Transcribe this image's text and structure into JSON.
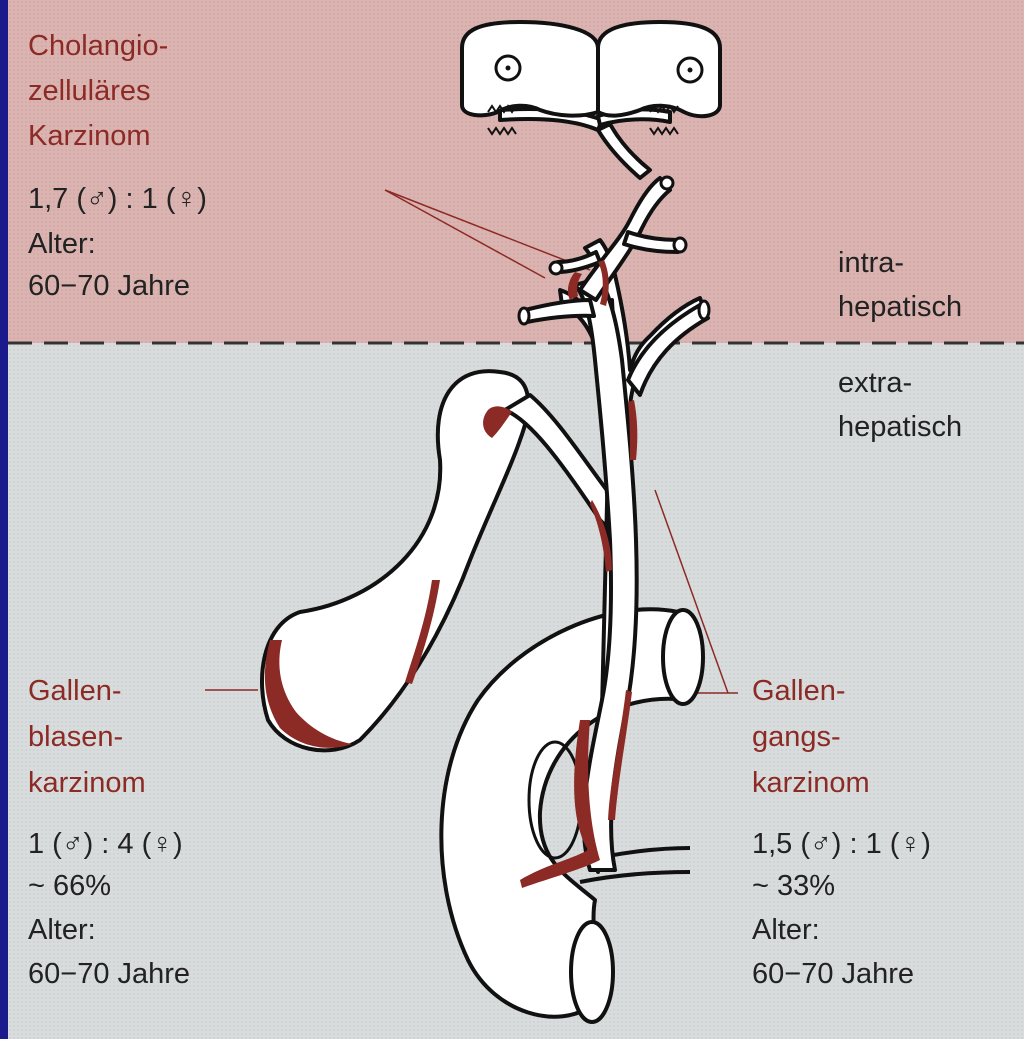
{
  "colors": {
    "frame": "#1a1a8c",
    "intrahepatic_bg": "#dbb3b1",
    "extrahepatic_bg": "#d9dcdc",
    "tumor": "#8c2a25",
    "label_red": "#8c2a25",
    "text_dark": "#222222"
  },
  "regions": {
    "intra_label": "intra-\nhepatisch",
    "extra_label": "extra-\nhepatisch"
  },
  "cholangio": {
    "title": "Cholangio-\nzelluläres\nKarzinom",
    "ratio": "1,7 (♂) : 1 (♀)",
    "age_label": "Alter:",
    "age_value": "60−70 Jahre"
  },
  "gallbladder": {
    "title": "Gallen-\nblasen-\nkarzinom",
    "ratio": "1 (♂) : 4 (♀)",
    "share": "~ 66%",
    "age_label": "Alter:",
    "age_value": "60−70 Jahre"
  },
  "bileduct": {
    "title": "Gallen-\ngangs-\nkarzinom",
    "ratio": "1,5 (♂) : 1 (♀)",
    "share": "~ 33%",
    "age_label": "Alter:",
    "age_value": "60−70 Jahre"
  }
}
